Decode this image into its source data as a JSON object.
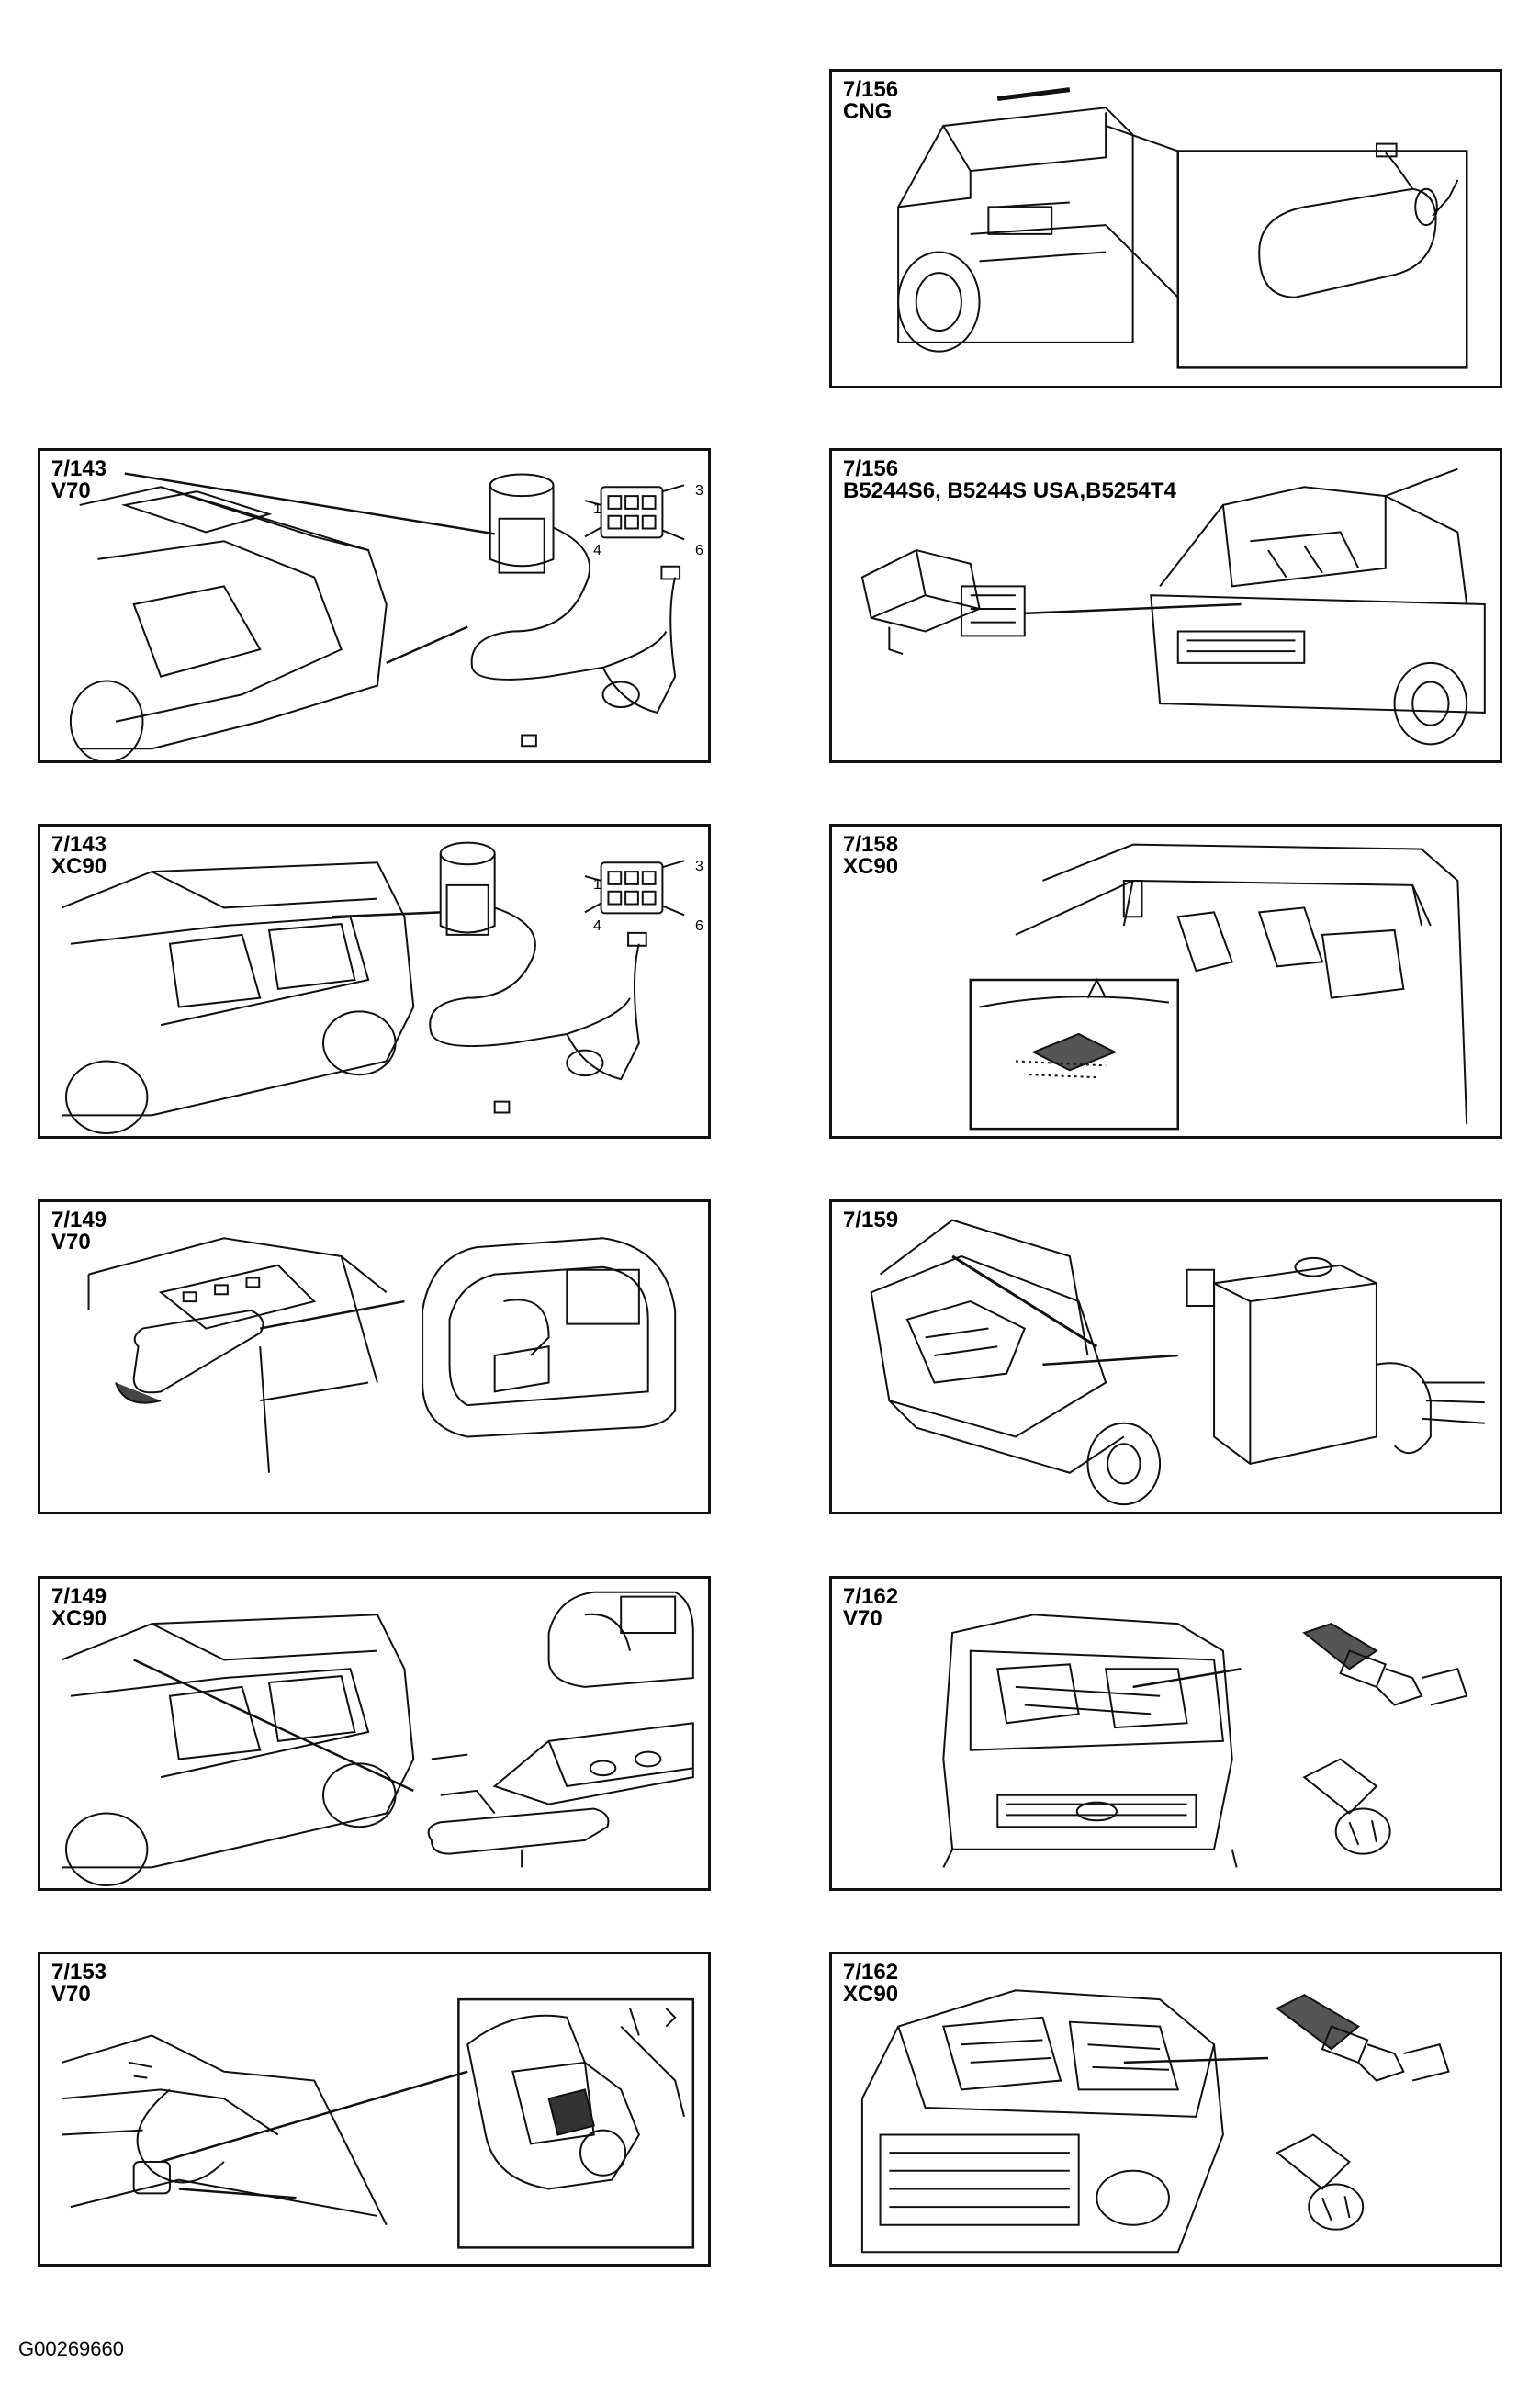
{
  "panels": [
    {
      "id": "p1",
      "code": "7/156",
      "model": "CNG"
    },
    {
      "id": "p2",
      "code": "7/143",
      "model": "V70"
    },
    {
      "id": "p3",
      "code": "7/156",
      "model": "B5244S6, B5244S USA,B5254T4"
    },
    {
      "id": "p4",
      "code": "7/143",
      "model": "XC90"
    },
    {
      "id": "p5",
      "code": "7/158",
      "model": "XC90"
    },
    {
      "id": "p6",
      "code": "7/149",
      "model": "V70"
    },
    {
      "id": "p7",
      "code": "7/159",
      "model": ""
    },
    {
      "id": "p8",
      "code": "7/149",
      "model": "XC90"
    },
    {
      "id": "p9",
      "code": "7/162",
      "model": "V70"
    },
    {
      "id": "p10",
      "code": "7/153",
      "model": "V70"
    },
    {
      "id": "p11",
      "code": "7/162",
      "model": "XC90"
    }
  ],
  "connector_pins": {
    "pin1": "1",
    "pin3": "3",
    "pin4": "4",
    "pin6": "6"
  },
  "footer": {
    "code": "G00269660"
  }
}
